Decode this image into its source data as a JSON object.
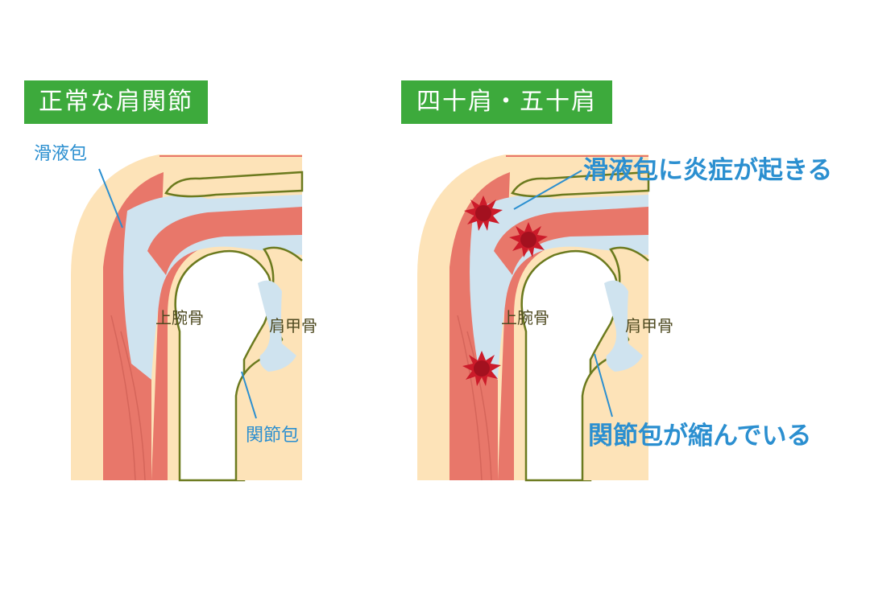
{
  "panels": {
    "normal": {
      "title": "正常な肩関節",
      "label_bursa": "滑液包",
      "label_humerus": "上腕骨",
      "label_scapula": "肩甲骨",
      "label_capsule": "関節包"
    },
    "frozen": {
      "title": "四十肩・五十肩",
      "label_humerus": "上腕骨",
      "label_scapula": "肩甲骨",
      "callout_inflammation": "滑液包に炎症が起きる",
      "callout_capsule": "関節包が縮んでいる"
    }
  },
  "colors": {
    "title_badge": "#3daa3c",
    "skin": "#fde3b8",
    "muscle": "#e8776a",
    "bone": "#fde3b8",
    "bursa": "#cfe3ef",
    "outline": "#6b7a1e",
    "callout_text": "#2b8fd0",
    "inflammation": "#cc1b2a"
  },
  "icons": [
    "inflammation-burst-icon"
  ]
}
